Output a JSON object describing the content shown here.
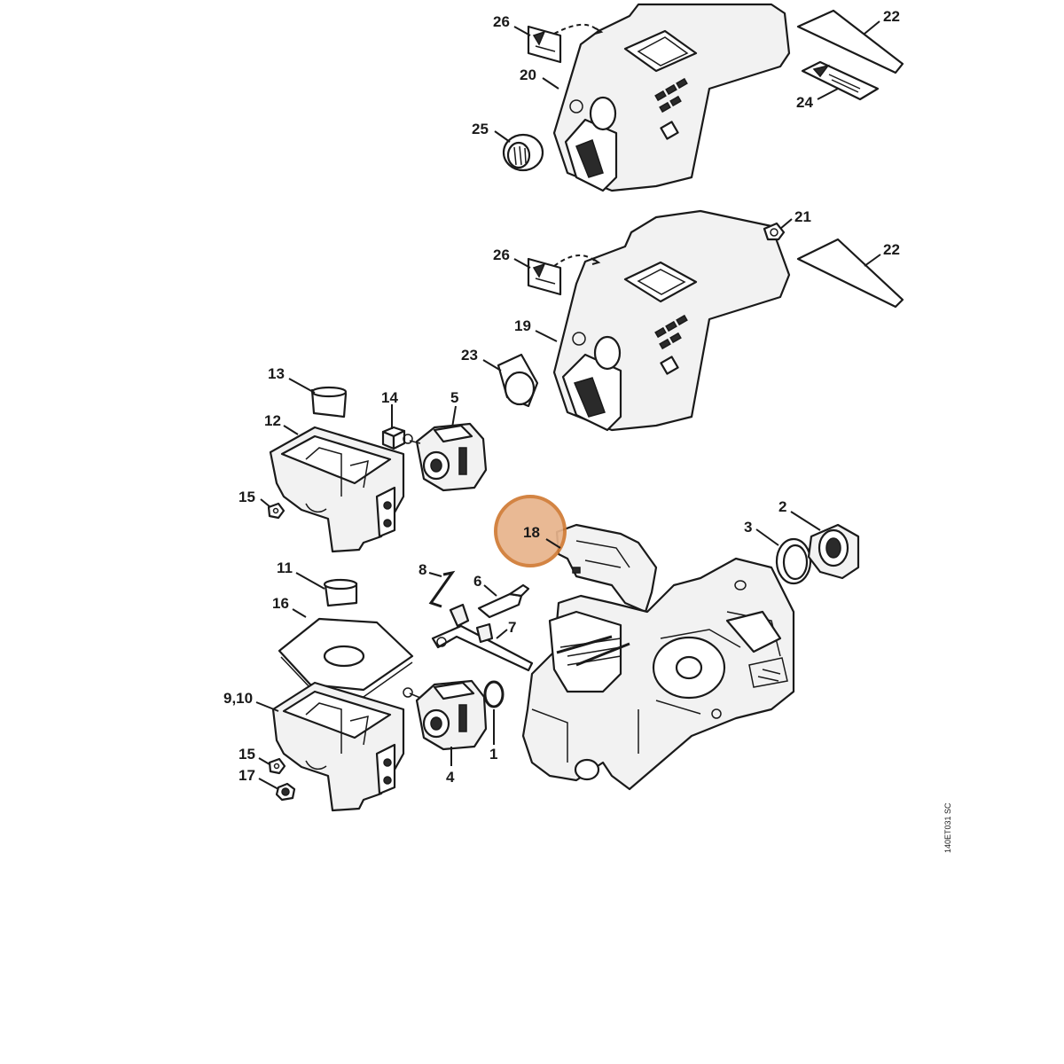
{
  "diagram": {
    "highlight_color": "#e8b48c",
    "highlight_border": "#d07a34",
    "callouts": {
      "c26a": "26",
      "c20": "20",
      "c22a": "22",
      "c24": "24",
      "c25": "25",
      "c26b": "26",
      "c21": "21",
      "c22b": "22",
      "c19": "19",
      "c23": "23",
      "c13": "13",
      "c14": "14",
      "c5": "5",
      "c12": "12",
      "c15a": "15",
      "c18": "18",
      "c2": "2",
      "c3": "3",
      "c11": "11",
      "c8": "8",
      "c6": "6",
      "c16": "16",
      "c7": "7",
      "c910": "9,10",
      "c15b": "15",
      "c17": "17",
      "c4": "4",
      "c1": "1"
    },
    "reference_code": "140ET031 SC"
  }
}
